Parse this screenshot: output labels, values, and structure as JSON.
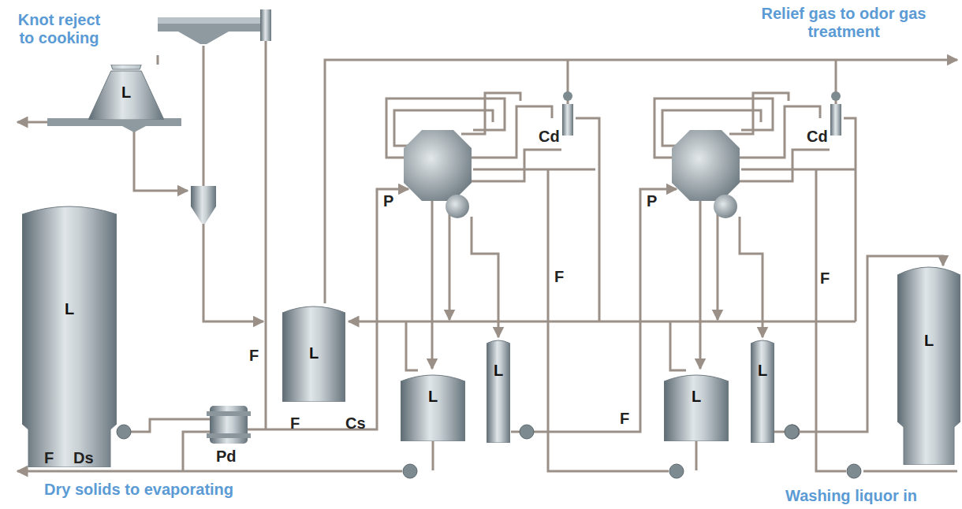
{
  "diagram": {
    "nodes": [
      {
        "text": [
          "L"
        ]
      },
      {
        "text": [
          "L"
        ]
      },
      {
        "text": [
          "L"
        ]
      },
      {
        "text": [
          "L"
        ]
      },
      {
        "text": [
          "L"
        ]
      },
      {
        "text": [
          "L"
        ]
      },
      {
        "text": [
          "L"
        ]
      },
      {
        "text": [
          "L"
        ]
      }
    ],
    "edges": [
      {
        "from": 6,
        "to": 7,
        "arrow": "to"
      }
    ],
    "labels": [
      "Knot reject to cooking",
      "Relief gas to odor gas treatment",
      "Cd",
      "Cd",
      "P",
      "P",
      "F",
      "F",
      "F",
      "F",
      "F",
      "Cs",
      "F",
      "Ds",
      "Pd",
      "Dry solids to evaporating",
      "Washing liquor in"
    ]
  }
}
